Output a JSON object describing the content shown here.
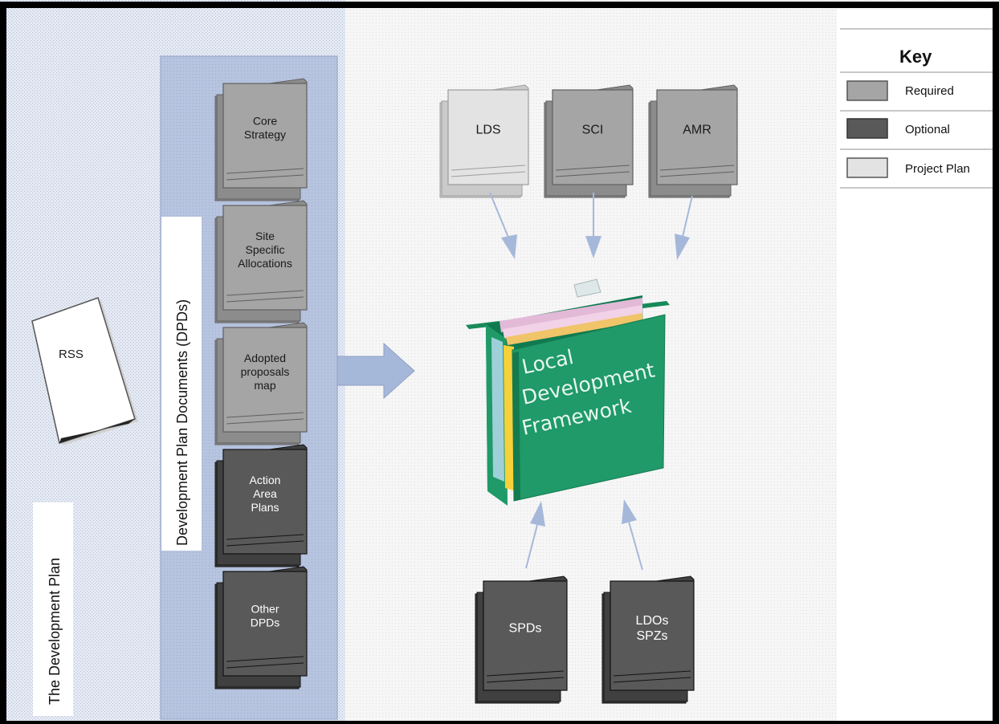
{
  "diagram": {
    "outer_label": "The Development Plan",
    "dpd_panel_label": "Development Plan Documents (DPDs)",
    "rss": "RSS",
    "dpds": [
      {
        "lines": [
          "Core",
          "Strategy"
        ],
        "type": "required"
      },
      {
        "lines": [
          "Site",
          "Specific",
          "Allocations"
        ],
        "type": "required"
      },
      {
        "lines": [
          "Adopted",
          "proposals",
          "map"
        ],
        "type": "required"
      },
      {
        "lines": [
          "Action",
          "Area",
          "Plans"
        ],
        "type": "optional"
      },
      {
        "lines": [
          "Other",
          "DPDs"
        ],
        "type": "optional"
      }
    ],
    "top_docs": [
      {
        "label": "LDS",
        "type": "project"
      },
      {
        "label": "SCI",
        "type": "required"
      },
      {
        "label": "AMR",
        "type": "required"
      }
    ],
    "center": {
      "lines": [
        "Local",
        "Development",
        "Framework"
      ]
    },
    "bottom_docs": [
      {
        "lines": [
          "SPDs"
        ],
        "type": "optional"
      },
      {
        "lines": [
          "LDOs",
          "SPZs"
        ],
        "type": "optional"
      }
    ]
  },
  "key": {
    "title": "Key",
    "items": [
      {
        "label": "Required",
        "color": "#a5a5a5"
      },
      {
        "label": "Optional",
        "color": "#595959"
      },
      {
        "label": "Project Plan",
        "color": "#e3e3e3"
      }
    ]
  },
  "colors": {
    "required": "#a5a5a5",
    "optional": "#595959",
    "project": "#e3e3e3",
    "folder_green": "#1f9a68",
    "panel_blue": "#b4c2de",
    "arrow_blue": "#a6b8da"
  }
}
